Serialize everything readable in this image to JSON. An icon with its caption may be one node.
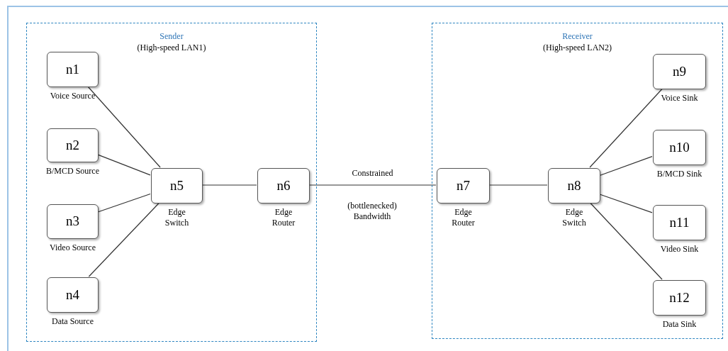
{
  "diagram": {
    "nodes": [
      {
        "text": [
          "Sender",
          "(High-speed LAN1)"
        ]
      },
      {
        "text": [
          "n1"
        ],
        "in": 0,
        "beside": [
          "Voice Source"
        ]
      },
      {
        "text": [
          "n2"
        ],
        "in": 0,
        "beside": [
          "B/MCD Source"
        ]
      },
      {
        "text": [
          "n3"
        ],
        "in": 0,
        "beside": [
          "Video Source"
        ]
      },
      {
        "text": [
          "n4"
        ],
        "in": 0,
        "beside": [
          "Data Source"
        ]
      },
      {
        "text": [
          "n5"
        ],
        "in": 0,
        "beside": [
          "Edge Switch"
        ]
      },
      {
        "text": [
          "n6"
        ],
        "in": 0,
        "beside": [
          "Edge Router"
        ]
      },
      {
        "text": [
          "Receiver",
          "(High-speed LAN2)"
        ]
      },
      {
        "text": [
          "n7"
        ],
        "in": 7,
        "beside": [
          "Edge Router"
        ]
      },
      {
        "text": [
          "n8"
        ],
        "in": 7,
        "beside": [
          "Edge Switch"
        ]
      },
      {
        "text": [
          "n9"
        ],
        "in": 7,
        "beside": [
          "Voice Sink"
        ]
      },
      {
        "text": [
          "n10"
        ],
        "in": 7,
        "beside": [
          "B/MCD Sink"
        ]
      },
      {
        "text": [
          "n11"
        ],
        "in": 7,
        "beside": [
          "Video Sink"
        ]
      },
      {
        "text": [
          "n12"
        ],
        "in": 7,
        "beside": [
          "Data Sink"
        ]
      }
    ],
    "edges": [
      {
        "from": 1,
        "to": 5,
        "arrow": "none"
      },
      {
        "from": 2,
        "to": 5,
        "arrow": "none"
      },
      {
        "from": 3,
        "to": 5,
        "arrow": "none"
      },
      {
        "from": 4,
        "to": 5,
        "arrow": "none"
      },
      {
        "from": 5,
        "to": 6,
        "arrow": "none"
      },
      {
        "from": 6,
        "to": 8,
        "arrow": "none",
        "label": "Constrained"
      },
      {
        "from": 8,
        "to": 9,
        "arrow": "none"
      },
      {
        "from": 9,
        "to": 10,
        "arrow": "none"
      },
      {
        "from": 9,
        "to": 11,
        "arrow": "none"
      },
      {
        "from": 9,
        "to": 12,
        "arrow": "none"
      },
      {
        "from": 9,
        "to": 13,
        "arrow": "none"
      }
    ],
    "labels": [
      "(bottlenecked) Bandwidth"
    ]
  }
}
